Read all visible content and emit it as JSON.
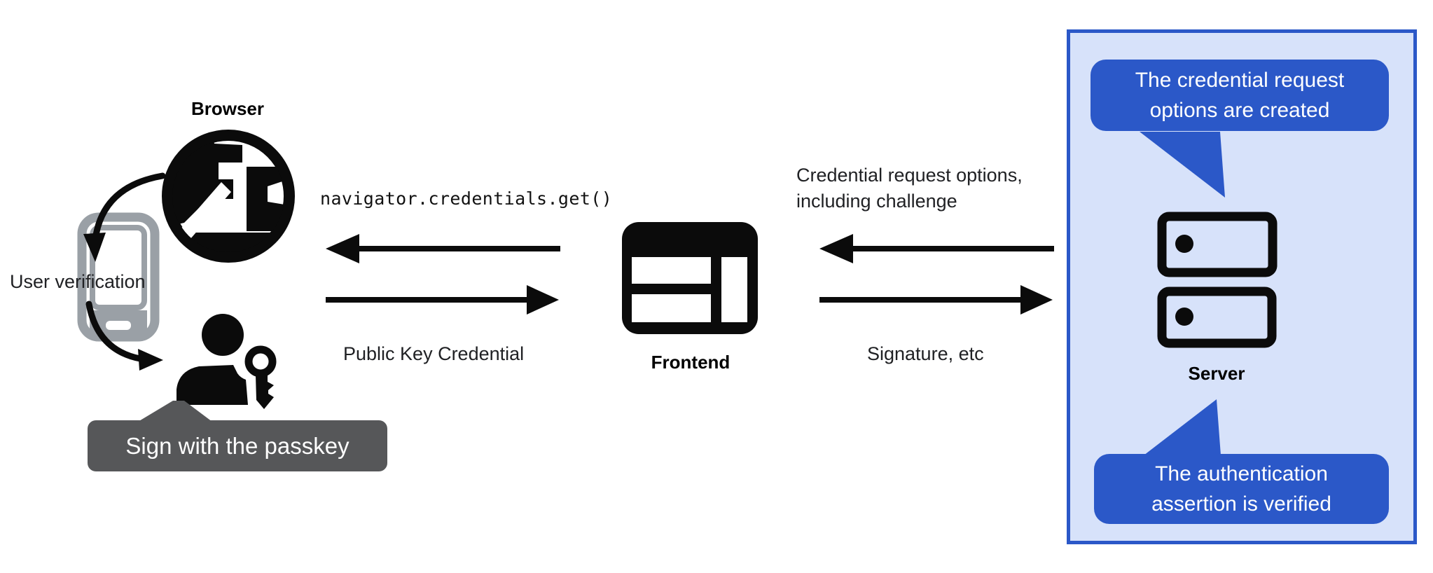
{
  "colors": {
    "accent_blue": "#2b58c8",
    "panel_background": "#d7e2fa",
    "bubble_text": "#ffffff",
    "tooltip_gray": "#565759",
    "tooltip_text": "#ffffff",
    "phone_gray": "#9aa0a6",
    "ink": "#0b0b0b",
    "label_text": "#202124"
  },
  "browser": {
    "label": "Browser",
    "user_verification": "User verification",
    "tooltip": "Sign with the passkey"
  },
  "frontend": {
    "label": "Frontend",
    "call_to_browser": "navigator.credentials.get()",
    "response_from_browser": "Public Key Credential"
  },
  "server": {
    "label": "Server",
    "message_to_frontend": {
      "lines": [
        "Credential request options,",
        "including challenge"
      ]
    },
    "message_from_frontend": "Signature, etc",
    "callout_top": {
      "lines": [
        "The credential request",
        "options are created"
      ]
    },
    "callout_bottom": {
      "lines": [
        "The authentication",
        "assertion is verified"
      ]
    }
  }
}
